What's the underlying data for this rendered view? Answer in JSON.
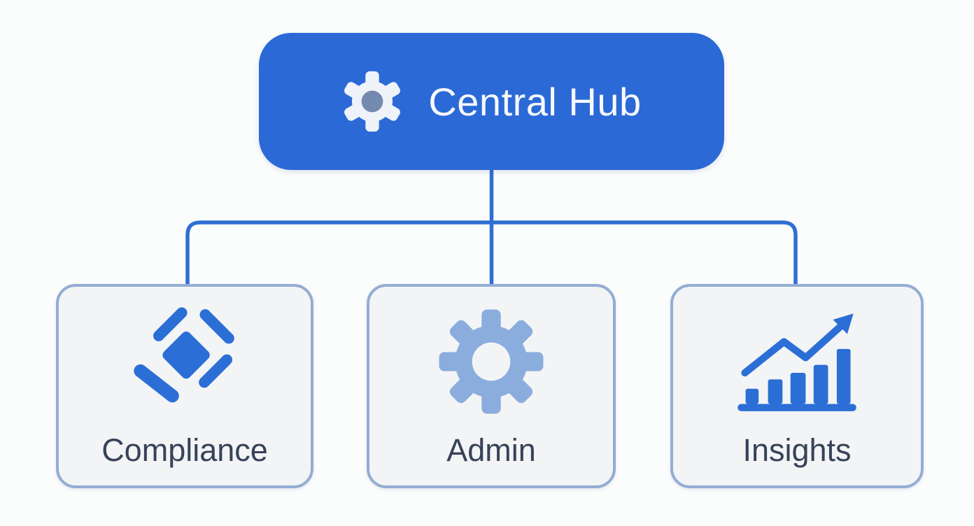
{
  "diagram": {
    "root_node": {
      "label": "Central Hub",
      "icon": "gear-icon"
    },
    "child_nodes": [
      {
        "label": "Compliance",
        "icon": "gavel-icon"
      },
      {
        "label": "Admin",
        "icon": "gear-icon"
      },
      {
        "label": "Insights",
        "icon": "growth-chart-icon"
      }
    ],
    "colors": {
      "page_background": "#fbfcfc",
      "hub_background": "#2b69d6",
      "hub_text": "#f7fafd",
      "hub_gear_body": "#eef3f9",
      "hub_gear_center": "#7389b0",
      "connector": "#2f6fd2",
      "card_background": "#f3f4f5",
      "card_border": "#93add3",
      "card_label": "#37425a",
      "icon_blue": "#2b6fd6",
      "icon_light_blue": "#8aadde"
    }
  }
}
